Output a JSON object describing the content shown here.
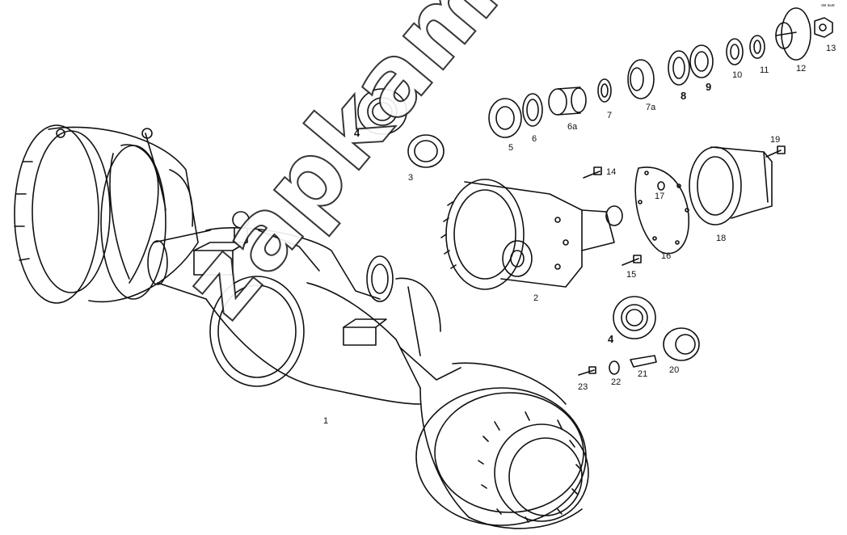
{
  "watermark": "zapkam.ru",
  "corner_mark": "ам аыв",
  "labels": {
    "l1": "1",
    "l2": "2",
    "l3": "3",
    "l4a": "4",
    "l4b": "4",
    "l5": "5",
    "l6": "6",
    "l6a": "6a",
    "l7": "7",
    "l7a": "7a",
    "l8": "8",
    "l9": "9",
    "l10": "10",
    "l11": "11",
    "l12": "12",
    "l13": "13",
    "l14": "14",
    "l15": "15",
    "l16": "16",
    "l17": "17",
    "l18": "18",
    "l19": "19",
    "l20": "20",
    "l21": "21",
    "l22": "22",
    "l23": "23"
  }
}
